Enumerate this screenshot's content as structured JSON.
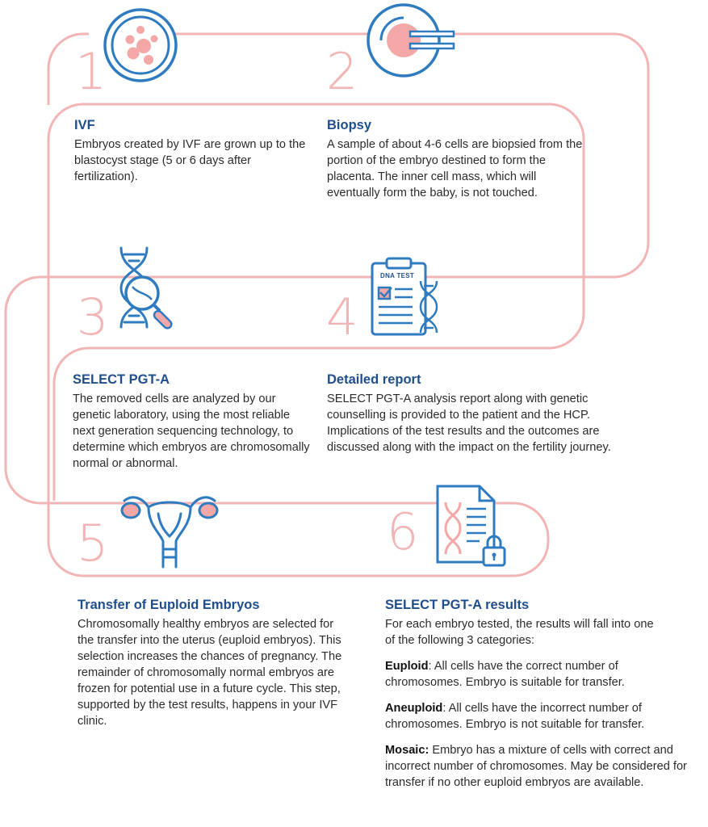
{
  "colors": {
    "pink": "#f2b4b4",
    "pink_fill": "#f4a7a7",
    "blue": "#2f7bc0",
    "title_blue": "#1f4e8c"
  },
  "steps": [
    {
      "number": "1",
      "title": "IVF",
      "icon": "petri-dish-icon",
      "body": "Embryos created by IVF are grown up to the blastocyst stage (5 or 6 days after fertilization)."
    },
    {
      "number": "2",
      "title": "Biopsy",
      "icon": "embryo-biopsy-icon",
      "body": "A sample of about 4-6 cells are biopsied from the portion of the embryo destined to form the placenta. The inner cell mass, which will eventually form the baby, is not touched."
    },
    {
      "number": "3",
      "title": "SELECT PGT-A",
      "icon": "dna-magnifier-icon",
      "body": "The removed cells are analyzed by our genetic laboratory, using the most reliable next generation sequencing technology, to determine which embryos are chromosomally normal or abnormal."
    },
    {
      "number": "4",
      "title": "Detailed report",
      "icon": "dna-test-clipboard-icon",
      "icon_label": "DNA TEST",
      "body": "SELECT PGT-A analysis report along with genetic counselling  is provided to the patient and the HCP. Implications of the test results and the outcomes are discussed along with the impact on the fertility journey."
    },
    {
      "number": "5",
      "title": "Transfer of Euploid Embryos",
      "icon": "uterus-icon",
      "body": "Chromosomally healthy embryos are selected for the transfer into the uterus (euploid embryos). This selection increases the chances of pregnancy. The remainder of chromosomally normal embryos are frozen for potential use in a future cycle. This step, supported by the test results, happens in your IVF clinic."
    },
    {
      "number": "6",
      "title": "SELECT PGT-A results",
      "icon": "secure-dna-report-icon",
      "body": "For each embryo tested, the results will fall into one of the following 3 categories:"
    }
  ],
  "categories": [
    {
      "name": "Euploid",
      "text": ": All cells have the correct number of chromosomes. Embryo is suitable for transfer."
    },
    {
      "name": "Aneuploid",
      "text": ": All cells have the incorrect number of chromosomes. Embryo is not suitable for transfer."
    },
    {
      "name": "Mosaic:",
      "text": " Embryo has a mixture of cells with correct and incorrect number of chromosomes. May be considered for transfer if no other euploid embryos are available."
    }
  ]
}
